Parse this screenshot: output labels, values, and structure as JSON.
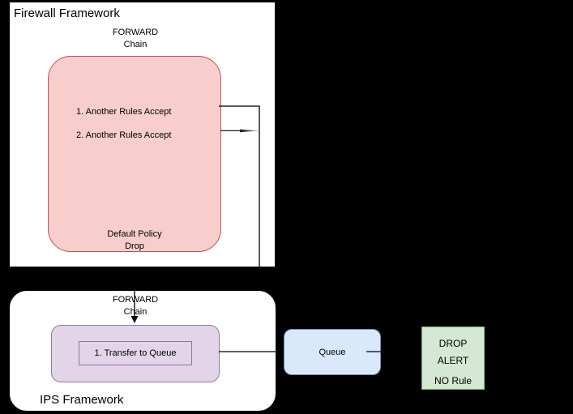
{
  "canvas": {
    "background": "#000000"
  },
  "firewall": {
    "title": "Firewall Framework",
    "chain_label": {
      "line1": "FORWARD",
      "line2": "Chain"
    },
    "rules_box": {
      "rule1": "1. Another Rules Accept",
      "rule2": "2. Another Rules Accept",
      "policy_line1": "Default Policy",
      "policy_line2": "Drop",
      "fill": "#F8CECC",
      "border": "#B85450"
    }
  },
  "ips": {
    "title": "IPS Framework",
    "chain_label": {
      "line1": "FORWARD",
      "line2": "Chain"
    },
    "rules_box": {
      "rule1": "1. Transfer to Queue",
      "fill": "#E1D5E7",
      "border": "#9673A6"
    }
  },
  "queue": {
    "label": "Queue",
    "fill": "#DAE8FC",
    "border": "#6C8EBF"
  },
  "drop_box": {
    "line1": "DROP",
    "line2": "ALERT",
    "line3": "NO Rule",
    "fill": "#D5E8D4",
    "border": "#82B366"
  }
}
